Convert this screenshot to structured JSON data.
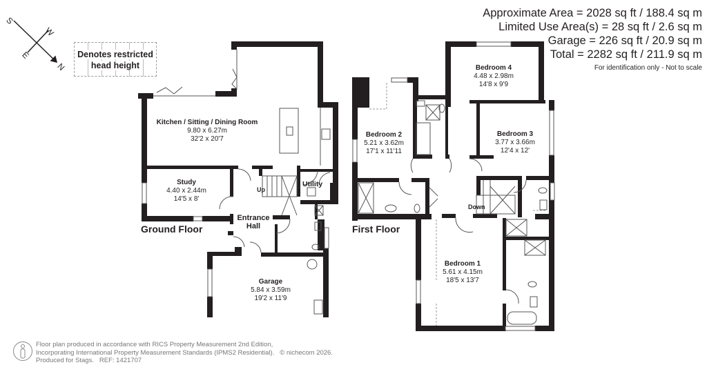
{
  "areas": {
    "approximate": "Approximate Area = 2028 sq ft / 188.4 sq m",
    "limited_use": "Limited Use Area(s) = 28 sq ft / 2.6 sq m",
    "garage": "Garage = 226 sq ft / 20.9 sq m",
    "total": "Total = 2282 sq ft / 211.9 sq m",
    "note": "For identification only - Not to scale"
  },
  "compass": {
    "north": "N",
    "south": "S",
    "east": "E",
    "west": "W"
  },
  "legend": {
    "line1": "Denotes restricted",
    "line2": "head height"
  },
  "ground_floor": {
    "label": "Ground Floor",
    "rooms": [
      {
        "name": "Kitchen / Sitting / Dining Room",
        "metric": "9.80 x 6.27m",
        "imperial": "32'2 x 20'7"
      },
      {
        "name": "Study",
        "metric": "4.40 x 2.44m",
        "imperial": "14'5 x 8'"
      },
      {
        "name": "Entrance",
        "name2": "Hall"
      },
      {
        "name": "Utility"
      },
      {
        "name": "Garage",
        "metric": "5.84 x 3.59m",
        "imperial": "19'2 x 11'9"
      }
    ],
    "stairs_label": "Up"
  },
  "first_floor": {
    "label": "First Floor",
    "rooms": [
      {
        "name": "Bedroom 4",
        "metric": "4.48 x 2.98m",
        "imperial": "14'8 x 9'9"
      },
      {
        "name": "Bedroom 2",
        "metric": "5.21 x 3.62m",
        "imperial": "17'1 x 11'11"
      },
      {
        "name": "Bedroom 3",
        "metric": "3.77 x 3.66m",
        "imperial": "12'4 x 12'"
      },
      {
        "name": "Bedroom 1",
        "metric": "5.61 x 4.15m",
        "imperial": "18'5 x 13'7"
      }
    ],
    "stairs_label": "Down"
  },
  "footer": {
    "line1": "Floor plan produced in accordance with RICS Property Measurement 2nd Edition,",
    "line2": "Incorporating International Property Measurement Standards (IPMS2 Residential).   © nichecom 2026.",
    "line3": "Produced for Stags.   REF: 1421707"
  }
}
